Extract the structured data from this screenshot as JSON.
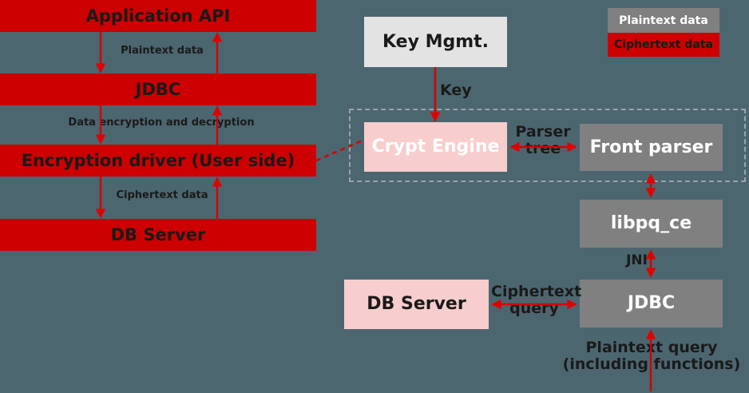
{
  "diagram": {
    "background_color": "#4c6670",
    "accent_red": "#cc0000",
    "gray": "#808080",
    "pink": "#f7cdcd",
    "light_gray": "#e3e3e3",
    "dashed_border_color": "#9aa3a6"
  },
  "legend": {
    "plaintext": "Plaintext data",
    "ciphertext": "Ciphertext data"
  },
  "left_stack": {
    "nodes": [
      {
        "label": "Application API"
      },
      {
        "label": "JDBC"
      },
      {
        "label": "Encryption driver (User side)"
      },
      {
        "label": "DB Server"
      }
    ],
    "edges": [
      {
        "label": "Plaintext data"
      },
      {
        "label": "Data encryption and decryption"
      },
      {
        "label": "Ciphertext data"
      }
    ]
  },
  "right_diagram": {
    "nodes": [
      {
        "label": "Key Mgmt."
      },
      {
        "label": "Crypt Engine"
      },
      {
        "label": "Front parser"
      },
      {
        "label": "libpq_ce"
      },
      {
        "label": "DB Server"
      },
      {
        "label": "JDBC"
      }
    ],
    "edges": [
      {
        "label": "Key"
      },
      {
        "label": "Parser\ntree"
      },
      {
        "label": "JNI"
      },
      {
        "label": "Ciphertext\nquery"
      },
      {
        "label": "Plaintext query\n(including functions)"
      }
    ]
  }
}
